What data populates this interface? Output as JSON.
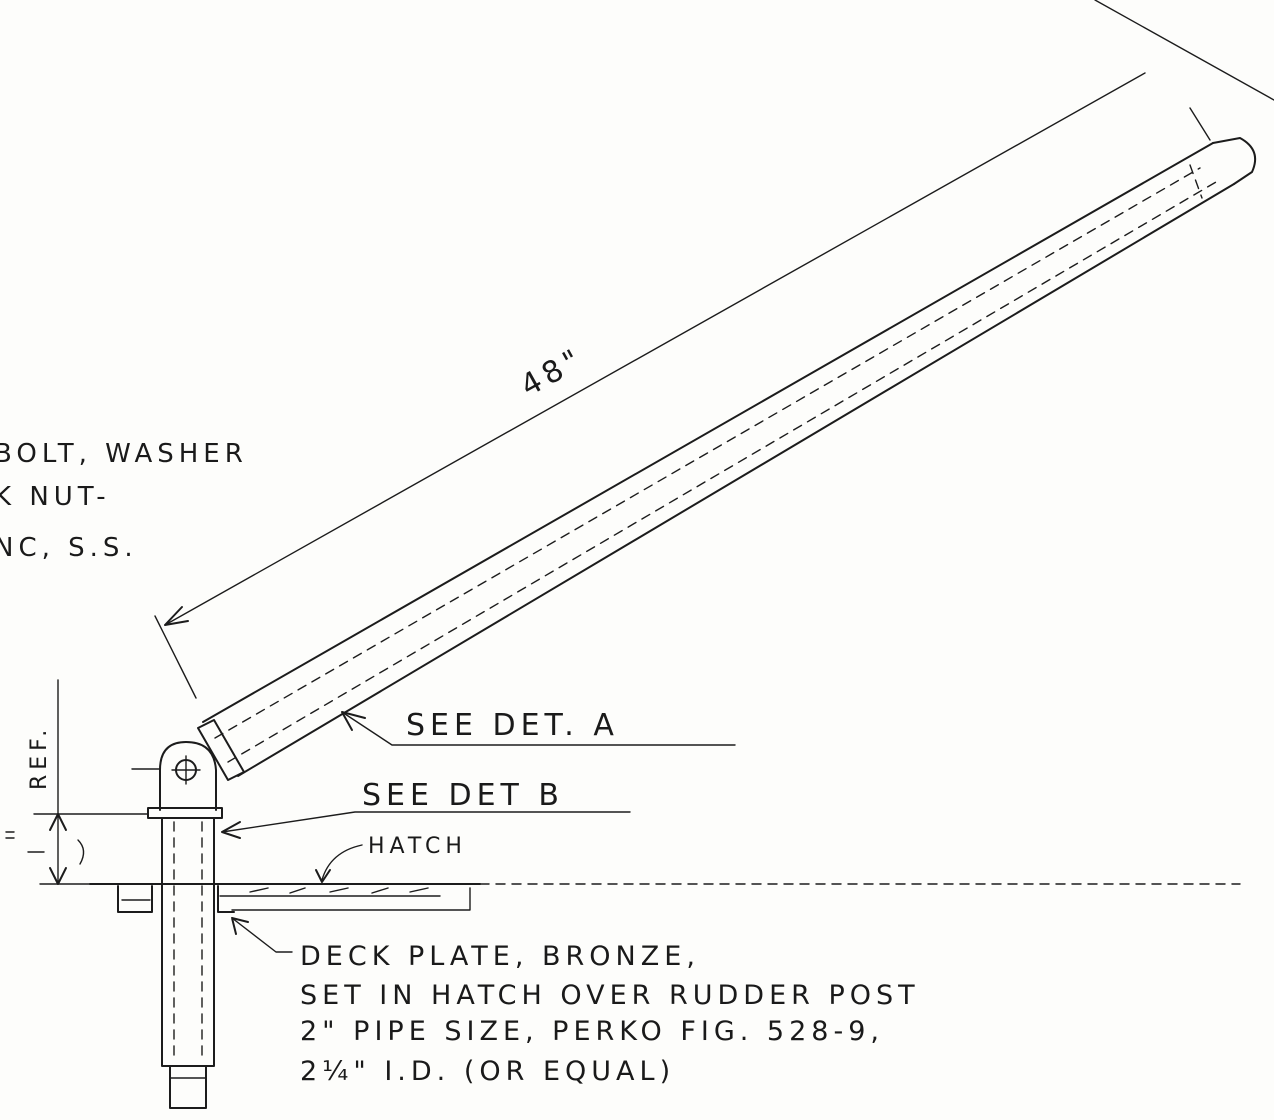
{
  "labels": {
    "dimension_48": "48\"",
    "note_bolt_line1": "BOLT, WASHER",
    "note_bolt_line2": "K  NUT-",
    "note_bolt_line3": "NC,  S.S.",
    "see_det_a": "SEE  DET. A",
    "see_det_b": "SEE  DET  B",
    "hatch": "HATCH",
    "ref": "REF.",
    "deck_plate_line1": "DECK PLATE, BRONZE,",
    "deck_plate_line2": "SET IN HATCH OVER RUDDER POST",
    "deck_plate_line3": "2\" PIPE SIZE, PERKO FIG. 528-9,",
    "deck_plate_line4": "2¼\" I.D.   (OR EQUAL)"
  },
  "colors": {
    "ink": "#1c1c1c",
    "paper": "#fdfdfb"
  }
}
